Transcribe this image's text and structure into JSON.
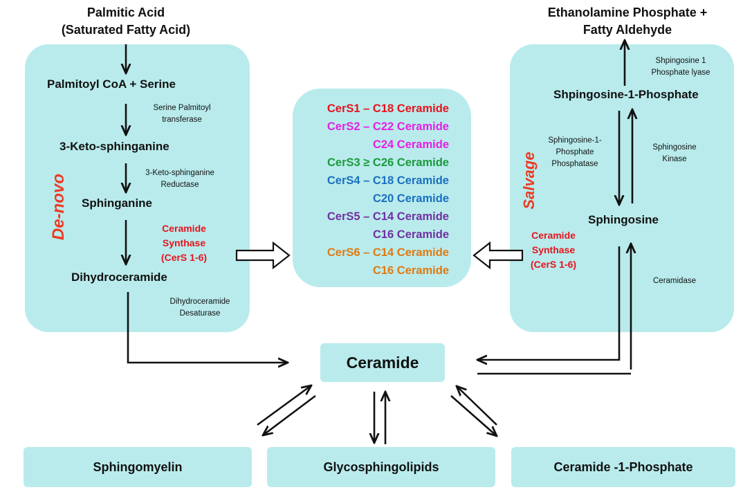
{
  "top_left": {
    "line1": "Palmitic Acid",
    "line2": "(Saturated Fatty Acid)"
  },
  "top_right": {
    "line1": "Ethanolamine Phosphate +",
    "line2": "Fatty Aldehyde"
  },
  "de_novo": {
    "label": "De-novo",
    "nodes": [
      "Palmitoyl CoA + Serine",
      "3-Keto-sphinganine",
      "Sphinganine",
      "Dihydroceramide"
    ],
    "enzymes": {
      "serine_palmitoyl": [
        "Serine Palmitoyl",
        "transferase"
      ],
      "keto_reductase": [
        "3-Keto-sphinganine",
        "Reductase"
      ],
      "ceramide_synthase": [
        "Ceramide",
        "Synthase",
        "(CerS 1-6)"
      ],
      "desaturase": [
        "Dihydroceramide",
        "Desaturase"
      ]
    }
  },
  "cers_list": [
    {
      "text": "CerS1 – C18 Ceramide",
      "color": "#e8121c"
    },
    {
      "text": "CerS2 – C22 Ceramide",
      "color": "#e61ee6"
    },
    {
      "text": "C24 Ceramide",
      "color": "#e61ee6"
    },
    {
      "text": "CerS3 ≥ C26 Ceramide",
      "color": "#1a9a3c"
    },
    {
      "text": "CerS4 – C18 Ceramide",
      "color": "#1a6fc0"
    },
    {
      "text": "C20 Ceramide",
      "color": "#1a6fc0"
    },
    {
      "text": "CerS5 – C14 Ceramide",
      "color": "#7030a0"
    },
    {
      "text": "C16 Ceramide",
      "color": "#7030a0"
    },
    {
      "text": "CerS6 – C14 Ceramide",
      "color": "#e07a10"
    },
    {
      "text": "C16 Ceramide",
      "color": "#e07a10"
    }
  ],
  "salvage": {
    "label": "Salvage",
    "nodes": [
      "Shpingosine-1-Phosphate",
      "Sphingosine"
    ],
    "enzymes": {
      "s1p_lyase": [
        "Shpingosine 1",
        "Phosphate lyase"
      ],
      "s1p_phosphatase": [
        "Sphingosine-1-",
        "Phosphate",
        "Phosphatase"
      ],
      "sphingosine_kinase": [
        "Sphingosine",
        "Kinase"
      ],
      "ceramide_synthase": [
        "Ceramide",
        "Synthase",
        "(CerS 1-6)"
      ],
      "ceramidase": "Ceramidase"
    }
  },
  "center": "Ceramide",
  "bottom": [
    "Sphingomyelin",
    "Glycosphingolipids",
    "Ceramide -1-Phosphate"
  ],
  "colors": {
    "panel": "#b9ebec",
    "accent_red": "#e8121c",
    "label_red": "#ee3a24"
  }
}
